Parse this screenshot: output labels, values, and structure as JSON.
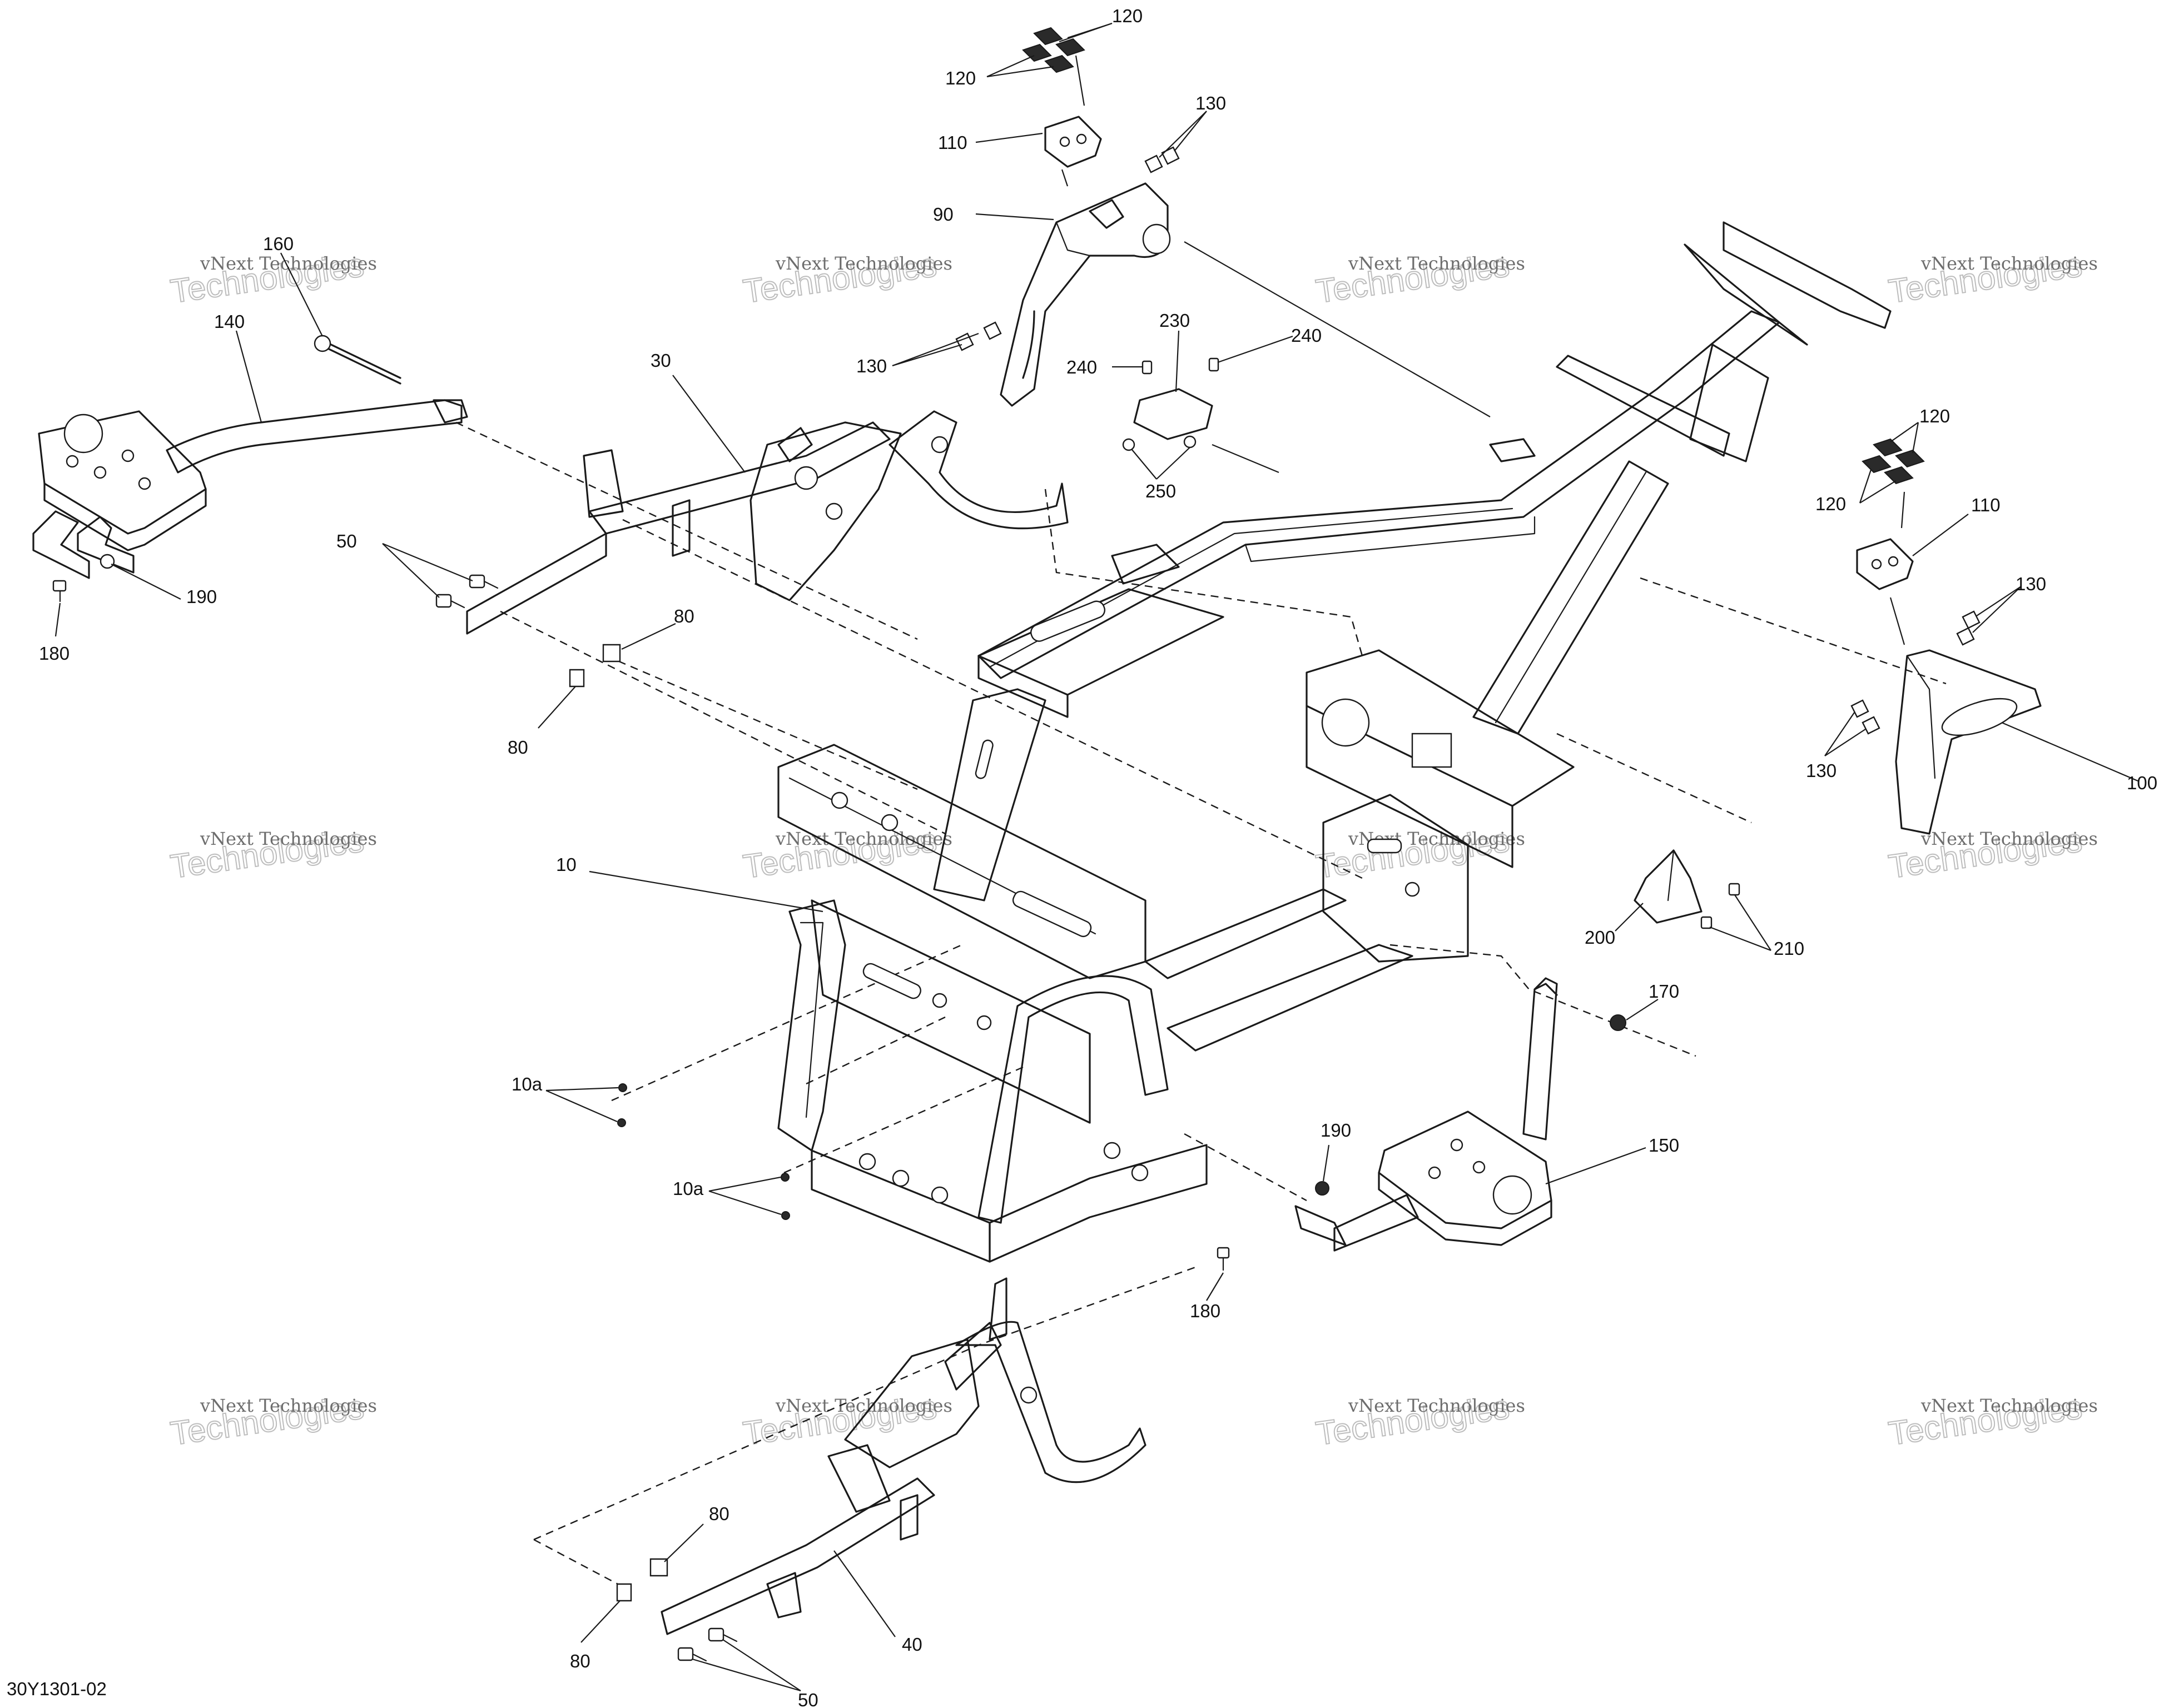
{
  "drawing_code": "30Y1301-02",
  "watermark": {
    "line1": "vNext Technologies",
    "line2": "Technologies"
  },
  "callouts": [
    {
      "id": "c-120a",
      "label": "120"
    },
    {
      "id": "c-120b",
      "label": "120"
    },
    {
      "id": "c-110a",
      "label": "110"
    },
    {
      "id": "c-130a",
      "label": "130"
    },
    {
      "id": "c-90",
      "label": "90"
    },
    {
      "id": "c-160",
      "label": "160"
    },
    {
      "id": "c-140",
      "label": "140"
    },
    {
      "id": "c-130b",
      "label": "130"
    },
    {
      "id": "c-30",
      "label": "30"
    },
    {
      "id": "c-230",
      "label": "230"
    },
    {
      "id": "c-240a",
      "label": "240"
    },
    {
      "id": "c-240b",
      "label": "240"
    },
    {
      "id": "c-250",
      "label": "250"
    },
    {
      "id": "c-190a",
      "label": "190"
    },
    {
      "id": "c-180a",
      "label": "180"
    },
    {
      "id": "c-50a",
      "label": "50"
    },
    {
      "id": "c-80a",
      "label": "80"
    },
    {
      "id": "c-80b",
      "label": "80"
    },
    {
      "id": "c-120c",
      "label": "120"
    },
    {
      "id": "c-120d",
      "label": "120"
    },
    {
      "id": "c-110b",
      "label": "110"
    },
    {
      "id": "c-130c",
      "label": "130"
    },
    {
      "id": "c-130d",
      "label": "130"
    },
    {
      "id": "c-100",
      "label": "100"
    },
    {
      "id": "c-10",
      "label": "10"
    },
    {
      "id": "c-200",
      "label": "200"
    },
    {
      "id": "c-210",
      "label": "210"
    },
    {
      "id": "c-170",
      "label": "170"
    },
    {
      "id": "c-10a-a",
      "label": "10a"
    },
    {
      "id": "c-10a-b",
      "label": "10a"
    },
    {
      "id": "c-190b",
      "label": "190"
    },
    {
      "id": "c-150",
      "label": "150"
    },
    {
      "id": "c-180b",
      "label": "180"
    },
    {
      "id": "c-80c",
      "label": "80"
    },
    {
      "id": "c-80d",
      "label": "80"
    },
    {
      "id": "c-40",
      "label": "40"
    },
    {
      "id": "c-50b",
      "label": "50"
    }
  ]
}
